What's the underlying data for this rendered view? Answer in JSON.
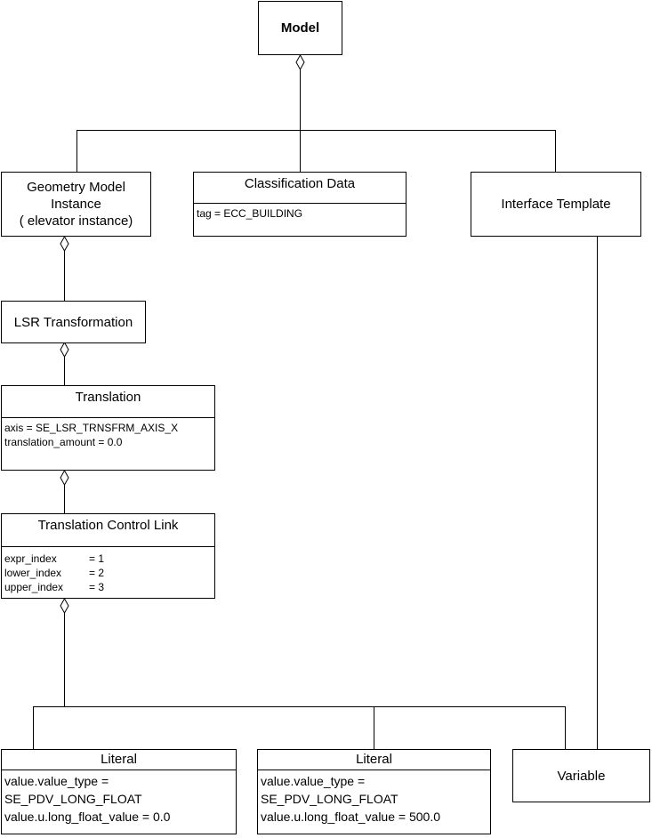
{
  "model": {
    "title": "Model"
  },
  "geometry_model_instance": {
    "line1": "Geometry Model",
    "line2": "Instance",
    "line3": "( elevator instance)"
  },
  "classification_data": {
    "title": "Classification Data",
    "attr": "tag = ECC_BUILDING"
  },
  "interface_template": {
    "title": "Interface Template"
  },
  "lsr_transformation": {
    "title": "LSR Transformation"
  },
  "translation": {
    "title": "Translation",
    "attr1": "axis = SE_LSR_TRNSFRM_AXIS_X",
    "attr2": "translation_amount = 0.0"
  },
  "translation_control_link": {
    "title": "Translation Control Link",
    "rows": [
      {
        "key": "expr_index",
        "val": "= 1"
      },
      {
        "key": "lower_index",
        "val": "= 2"
      },
      {
        "key": "upper_index",
        "val": "= 3"
      }
    ]
  },
  "literal_1": {
    "title": "Literal",
    "attr1": "value.value_type =",
    "attr2": "SE_PDV_LONG_FLOAT",
    "attr3": "value.u.long_float_value = 0.0"
  },
  "literal_2": {
    "title": "Literal",
    "attr1": "value.value_type =",
    "attr2": "SE_PDV_LONG_FLOAT",
    "attr3": "value.u.long_float_value = 500.0"
  },
  "variable": {
    "title": "Variable"
  }
}
